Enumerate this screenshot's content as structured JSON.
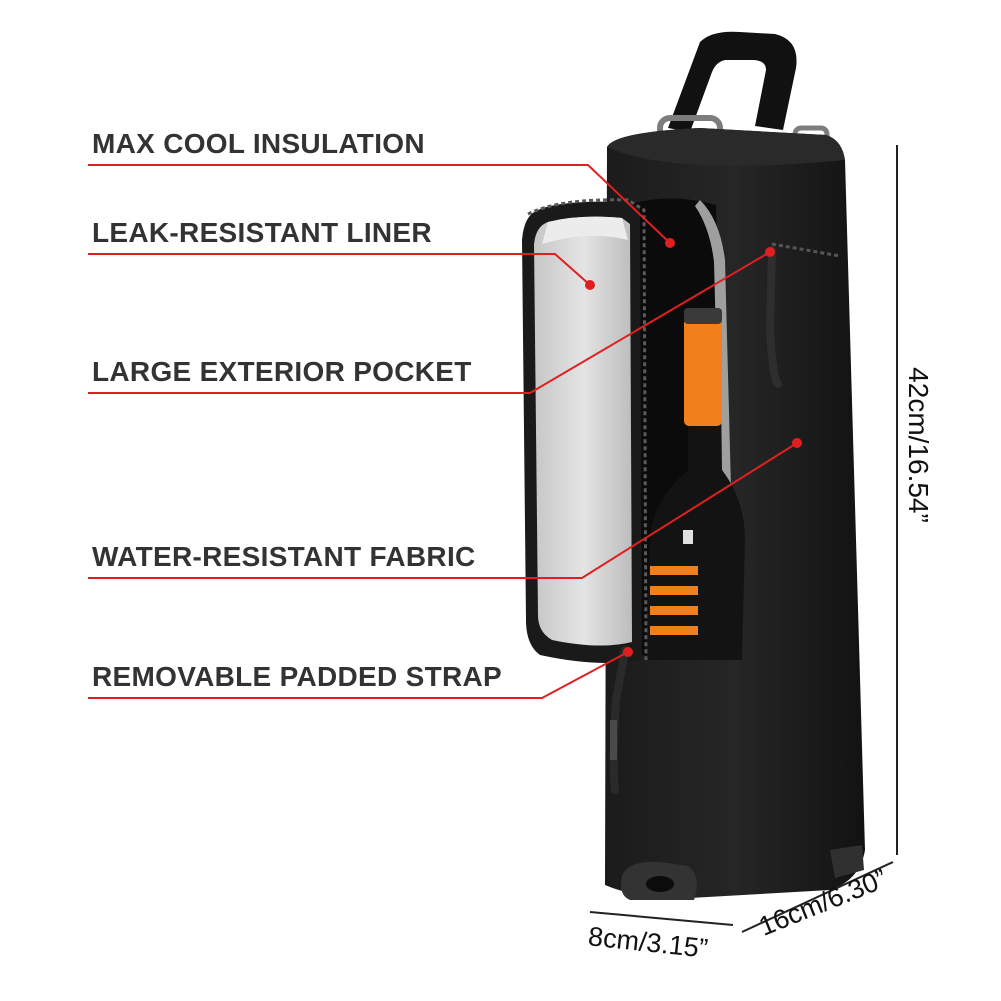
{
  "features": [
    {
      "label": "MAX COOL INSULATION"
    },
    {
      "label": "LEAK-RESISTANT LINER"
    },
    {
      "label": "LARGE EXTERIOR POCKET"
    },
    {
      "label": "WATER-RESISTANT FABRIC"
    },
    {
      "label": "REMOVABLE PADDED STRAP"
    }
  ],
  "dimensions": {
    "height": "42cm/16.54”",
    "width": "8cm/3.15”",
    "depth": "16cm/6.30”"
  },
  "colors": {
    "callout": "#e02020",
    "label_text": "#333333",
    "bag": "#141414",
    "liner": "#d3d3d3",
    "bottle_cap": "#f07f1c"
  }
}
